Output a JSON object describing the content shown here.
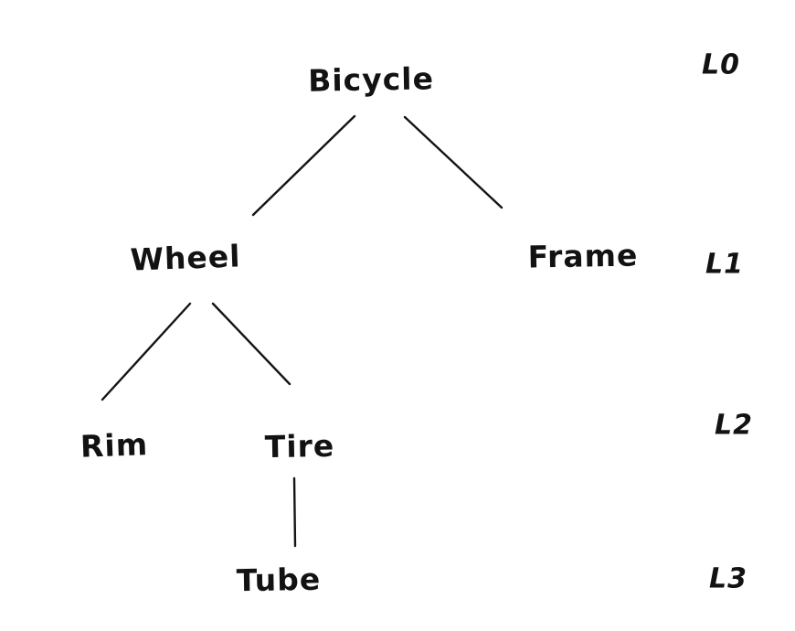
{
  "colors": {
    "background": "#ffffff",
    "ink": "#141414"
  },
  "tree": {
    "nodes": {
      "bicycle": "Bicycle",
      "wheel": "Wheel",
      "frame": "Frame",
      "rim": "Rim",
      "tire": "Tire",
      "tube": "Tube"
    },
    "edges": [
      {
        "from": "bicycle",
        "to": "wheel"
      },
      {
        "from": "bicycle",
        "to": "frame"
      },
      {
        "from": "wheel",
        "to": "rim"
      },
      {
        "from": "wheel",
        "to": "tire"
      },
      {
        "from": "tire",
        "to": "tube"
      }
    ],
    "level_labels": {
      "l0": "L0",
      "l1": "L1",
      "l2": "L2",
      "l3": "L3"
    }
  }
}
